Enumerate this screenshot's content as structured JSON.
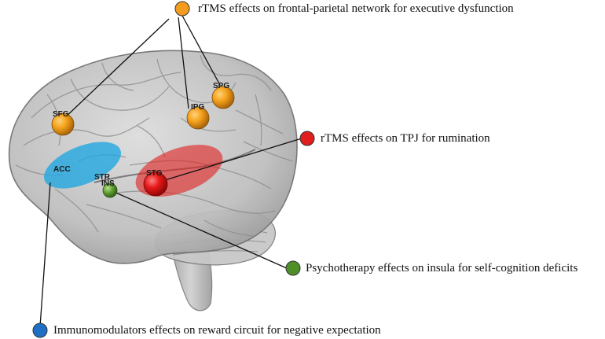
{
  "callouts": {
    "executive": {
      "text": "rTMS effects on frontal-parietal network for executive dysfunction",
      "color": "#F39C1F"
    },
    "rumination": {
      "text": "rTMS effects on TPJ for rumination",
      "color": "#E01E1E"
    },
    "insula": {
      "text": "Psychotherapy effects on insula for self-cognition deficits",
      "color": "#4E8F2A"
    },
    "reward": {
      "text": "Immunomodulators effects on reward circuit for negative expectation",
      "color": "#1F6FC4"
    }
  },
  "regions": {
    "sfg_left": "SFG",
    "ipg": "IPG",
    "spg": "SPG",
    "stg": "STG",
    "acc": "ACC",
    "str": "STR",
    "ins": "INS"
  }
}
